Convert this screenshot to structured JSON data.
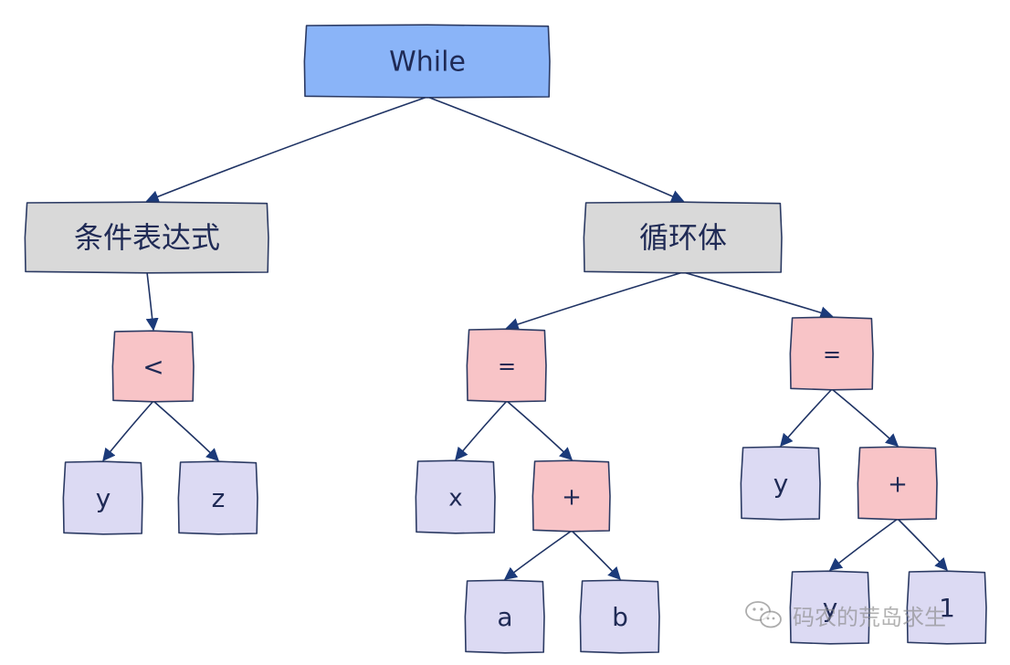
{
  "colors": {
    "root": "#8ab4f8",
    "section": "#d9d9d9",
    "operator": "#f8c4c7",
    "leaf": "#dcdaf3",
    "stroke": "#2b3a63",
    "edge": "#1f3364",
    "arrow": "#1b3a7a"
  },
  "nodes": {
    "root": {
      "label": "While"
    },
    "condition": {
      "label": "条件表达式"
    },
    "body": {
      "label": "循环体"
    },
    "lt": {
      "label": "<"
    },
    "y1": {
      "label": "y"
    },
    "z": {
      "label": "z"
    },
    "assign1": {
      "label": "="
    },
    "x1": {
      "label": "x"
    },
    "plus1": {
      "label": "+"
    },
    "a": {
      "label": "a"
    },
    "b": {
      "label": "b"
    },
    "assign2": {
      "label": "="
    },
    "y2": {
      "label": "y"
    },
    "plus2": {
      "label": "+"
    },
    "y3": {
      "label": "y"
    },
    "one": {
      "label": "1"
    }
  },
  "edges": [
    [
      "root",
      "condition"
    ],
    [
      "root",
      "body"
    ],
    [
      "condition",
      "lt"
    ],
    [
      "lt",
      "y1"
    ],
    [
      "lt",
      "z"
    ],
    [
      "body",
      "assign1"
    ],
    [
      "body",
      "assign2"
    ],
    [
      "assign1",
      "x1"
    ],
    [
      "assign1",
      "plus1"
    ],
    [
      "plus1",
      "a"
    ],
    [
      "plus1",
      "b"
    ],
    [
      "assign2",
      "y2"
    ],
    [
      "assign2",
      "plus2"
    ],
    [
      "plus2",
      "y3"
    ],
    [
      "plus2",
      "one"
    ]
  ],
  "watermark": {
    "text": "码农的荒岛求生",
    "icon": "wechat-icon"
  }
}
